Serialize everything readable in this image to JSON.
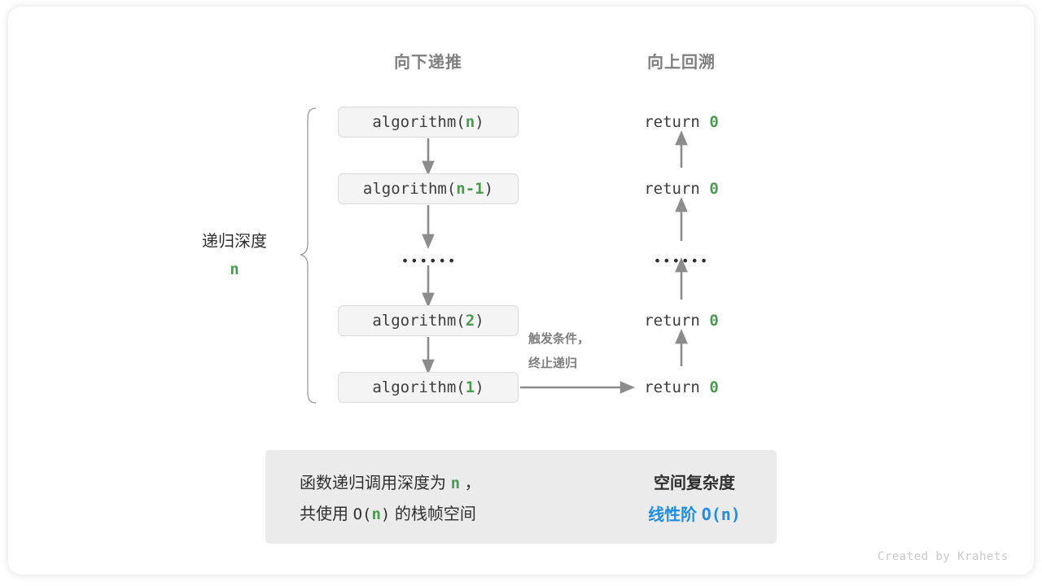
{
  "headers": {
    "down": "向下递推",
    "up": "向上回溯"
  },
  "depth": {
    "label": "递归深度",
    "value": "n"
  },
  "calls": [
    {
      "name": "algorithm(",
      "arg": "n",
      "close": ")"
    },
    {
      "name": "algorithm(",
      "arg": "n-1",
      "close": ")"
    },
    {
      "name": "algorithm(",
      "arg": "2",
      "close": ")"
    },
    {
      "name": "algorithm(",
      "arg": "1",
      "close": ")"
    }
  ],
  "ellipsis": "••••••",
  "returns": [
    {
      "text": "return ",
      "value": "0"
    },
    {
      "text": "return ",
      "value": "0"
    },
    {
      "text": "return ",
      "value": "0"
    },
    {
      "text": "return ",
      "value": "0"
    }
  ],
  "trigger_note": {
    "line1": "触发条件，",
    "line2": "终止递归"
  },
  "summary": {
    "left_line1_pre": "函数递归调用深度为 ",
    "left_line1_var": "n",
    "left_line1_post": " ，",
    "left_line2_pre": "共使用 ",
    "left_line2_mono_open": "O(",
    "left_line2_var": "n",
    "left_line2_mono_close": ")",
    "left_line2_post": " 的栈帧空间",
    "right_title": "空间复杂度",
    "right_value_text": "线性阶 ",
    "right_value_mono": "O(n)"
  },
  "footer": "Created by Krahets",
  "colors": {
    "green": "#4c9a52",
    "blue": "#1f8de0",
    "gray_arrow": "#8c8c8c",
    "header_gray": "#7f7f7f",
    "panel_bg": "#ebebeb",
    "box_bg": "#f4f4f4",
    "box_border": "#d9d9d9",
    "block_arrow": "#c4c4c4"
  }
}
